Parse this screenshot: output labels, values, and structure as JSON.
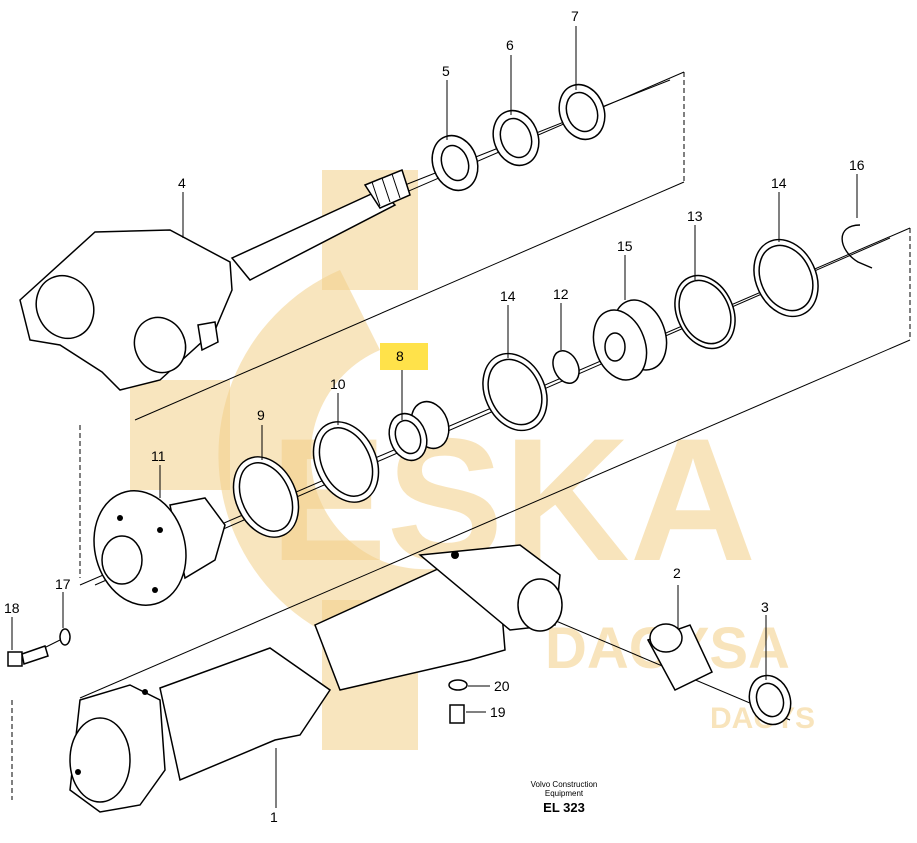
{
  "part_labels": [
    "1",
    "2",
    "3",
    "4",
    "5",
    "6",
    "7",
    "8",
    "9",
    "10",
    "11",
    "12",
    "13",
    "14",
    "14",
    "15",
    "16",
    "17",
    "18",
    "19",
    "20"
  ],
  "highlighted_label": "8",
  "highlight_color": "#ffe24a",
  "footer": {
    "maker_line1": "Volvo Construction",
    "maker_line2": "Equipment",
    "figure_code": "EL 323"
  },
  "watermark": {
    "brand": "ESKA",
    "secondary_1": "DACYSA",
    "secondary_2": "DACYS",
    "color": "#f3cf87"
  }
}
